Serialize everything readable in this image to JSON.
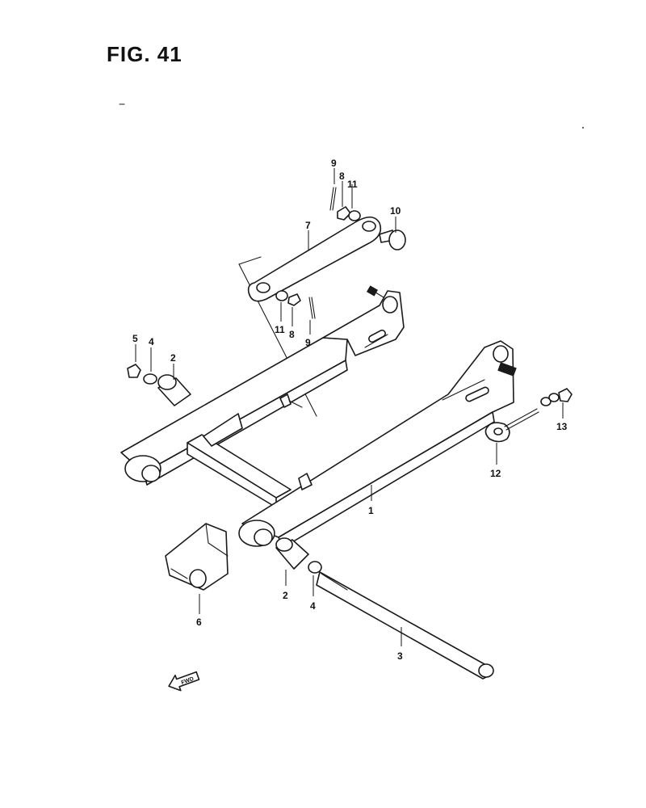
{
  "figure": {
    "title": "FIG. 41"
  },
  "callouts": [
    {
      "id": "c1",
      "label": "1"
    },
    {
      "id": "c2a",
      "label": "2"
    },
    {
      "id": "c2b",
      "label": "2"
    },
    {
      "id": "c3",
      "label": "3"
    },
    {
      "id": "c4a",
      "label": "4"
    },
    {
      "id": "c4b",
      "label": "4"
    },
    {
      "id": "c5",
      "label": "5"
    },
    {
      "id": "c6",
      "label": "6"
    },
    {
      "id": "c7",
      "label": "7"
    },
    {
      "id": "c8a",
      "label": "8"
    },
    {
      "id": "c8b",
      "label": "8"
    },
    {
      "id": "c9a",
      "label": "9"
    },
    {
      "id": "c9b",
      "label": "9"
    },
    {
      "id": "c10",
      "label": "10"
    },
    {
      "id": "c11a",
      "label": "11"
    },
    {
      "id": "c11b",
      "label": "11"
    },
    {
      "id": "c12",
      "label": "12"
    },
    {
      "id": "c13",
      "label": "13"
    }
  ],
  "direction_arrow": {
    "label": "FWD",
    "icon": "fwd-arrow-icon"
  }
}
